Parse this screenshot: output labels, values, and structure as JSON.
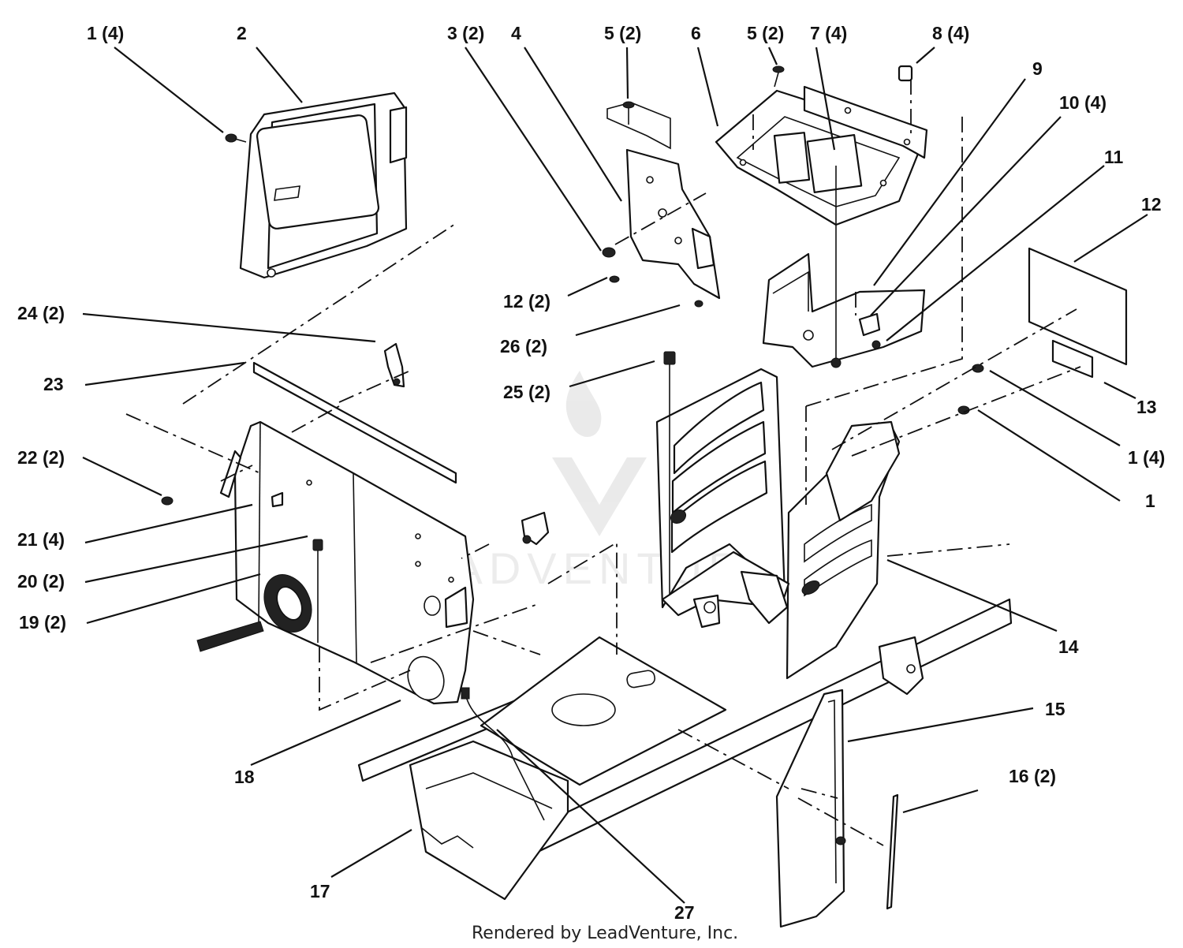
{
  "diagram": {
    "callouts": {
      "c1a": "1 (4)",
      "c2": "2",
      "c3": "3 (2)",
      "c4": "4",
      "c5a": "5 (2)",
      "c6": "6",
      "c5b": "5 (2)",
      "c7": "7 (4)",
      "c8": "8 (4)",
      "c9": "9",
      "c10": "10 (4)",
      "c11": "11",
      "c12a": "12",
      "c12b": "12 (2)",
      "c24": "24 (2)",
      "c26": "26 (2)",
      "c23": "23",
      "c25": "25 (2)",
      "c13": "13",
      "c22": "22 (2)",
      "c1b": "1 (4)",
      "c1c": "1",
      "c21": "21 (4)",
      "c20": "20 (2)",
      "c19": "19 (2)",
      "c14": "14",
      "c15": "15",
      "c18": "18",
      "c16": "16 (2)",
      "c17": "17",
      "c27": "27"
    },
    "watermark": "LEADVENTURE",
    "footer": "Rendered by LeadVenture, Inc."
  }
}
